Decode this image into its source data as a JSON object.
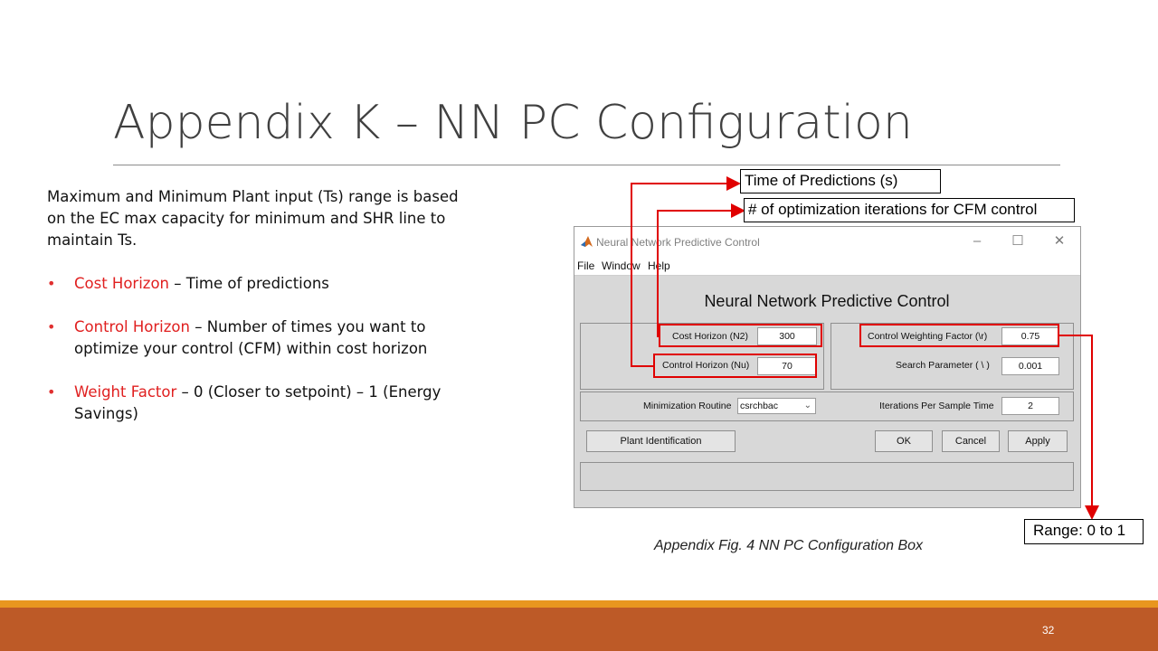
{
  "slide": {
    "title": "Appendix K – NN PC Configuration",
    "page_number": "32"
  },
  "body": {
    "intro": "Maximum and Minimum Plant input (Ts) range is based on the EC max capacity for minimum and SHR line to maintain Ts.",
    "bullets": [
      {
        "term": "Cost Horizon",
        "text": " – Time of predictions"
      },
      {
        "term": "Control Horizon",
        "text": " – Number of times you want to optimize your control (CFM) within cost horizon"
      },
      {
        "term": "Weight Factor",
        "text": " – 0 (Closer to setpoint) – 1 (Energy Savings)"
      }
    ],
    "bullet_glyph": "•"
  },
  "dialog": {
    "window_title": "Neural Network Predictive Control",
    "menu": [
      "File",
      "Window",
      "Help"
    ],
    "heading": "Neural Network Predictive Control",
    "cost_horizon_label": "Cost Horizon (N2)",
    "cost_horizon_value": "300",
    "control_horizon_label": "Control Horizon (Nu)",
    "control_horizon_value": "70",
    "weighting_label": "Control Weighting Factor (\\r)",
    "weighting_value": "0.75",
    "search_label": "Search Parameter ( \\ )",
    "search_value": "0.001",
    "minimization_label": "Minimization Routine",
    "minimization_value": "csrchbac",
    "iterations_label": "Iterations Per Sample Time",
    "iterations_value": "2",
    "buttons": {
      "plant_identification": "Plant Identification",
      "ok": "OK",
      "cancel": "Cancel",
      "apply": "Apply"
    },
    "window_controls": {
      "minimize": "–",
      "maximize": "☐",
      "close": "✕"
    }
  },
  "annotations": {
    "time_of_predictions": "Time of Predictions (s)",
    "optimization_iterations": "# of optimization iterations for CFM control",
    "range": "Range: 0 to 1",
    "caption": "Appendix Fig. 4 NN PC Configuration Box"
  },
  "colors": {
    "accent_red": "#e00000",
    "footer_orange": "#bd5a27",
    "footer_accent": "#e8961f",
    "title_gray": "#404040"
  },
  "icons": [
    "matlab-icon",
    "minimize-icon",
    "maximize-icon",
    "close-icon",
    "chevron-down-icon"
  ]
}
